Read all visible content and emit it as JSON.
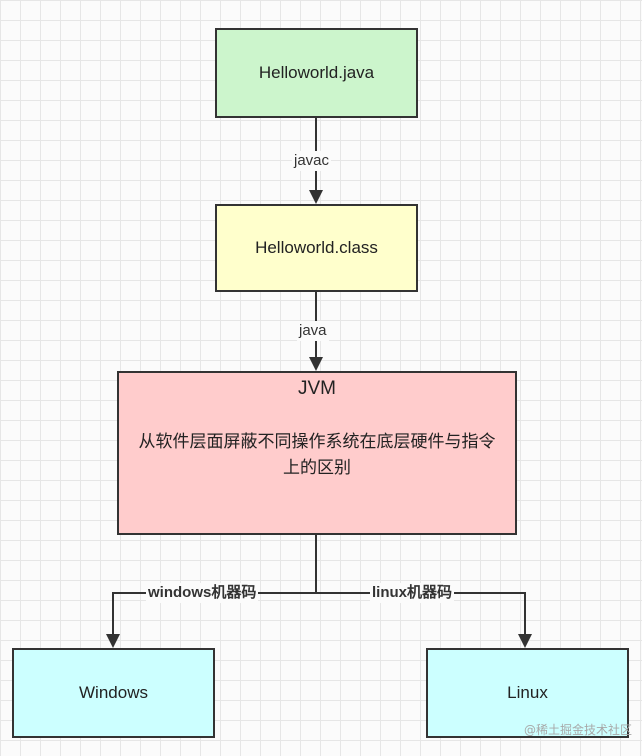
{
  "nodes": {
    "source": "Helloworld.java",
    "bytecode": "Helloworld.class",
    "jvm_title": "JVM",
    "jvm_description": "从软件层面屏蔽不同操作系统在底层硬件与指令上的区别",
    "windows": "Windows",
    "linux": "Linux"
  },
  "edges": {
    "compile": "javac",
    "run": "java",
    "windows_code": "windows机器码",
    "linux_code": "linux机器码"
  },
  "colors": {
    "source_fill": "#ccf5cc",
    "bytecode_fill": "#ffffcc",
    "jvm_fill": "#ffcccc",
    "os_fill": "#ccffff",
    "stroke": "#333333"
  },
  "watermark": "@稀土掘金技术社区"
}
